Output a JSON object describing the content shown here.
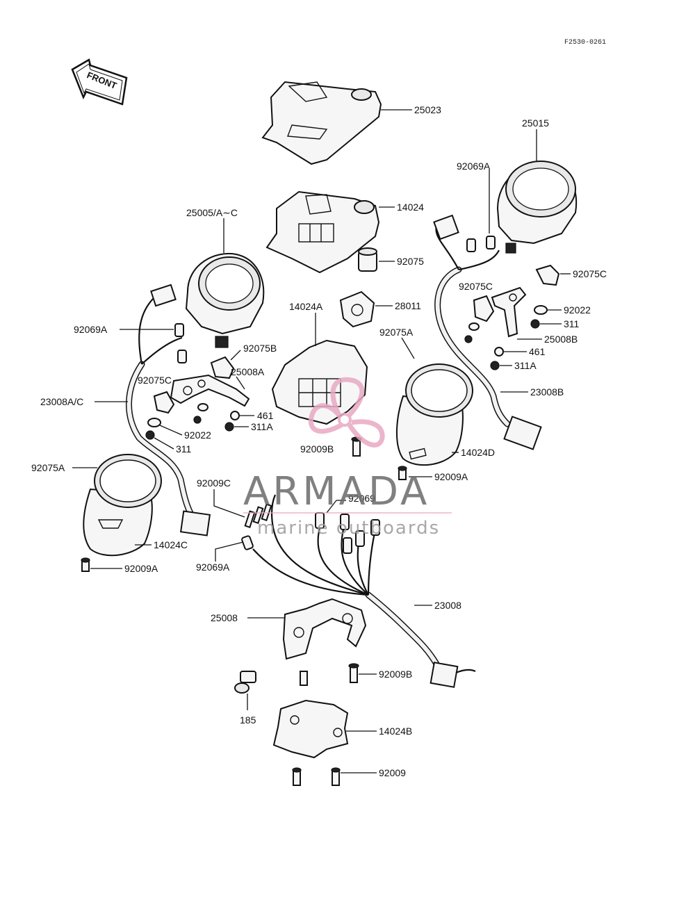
{
  "diagram_code": "F2530-0261",
  "front_label": "FRONT",
  "watermark": {
    "name": "ARMADA",
    "tagline": "marine outboards",
    "accent_color": "#e9a9c4",
    "text_color": "#6b6b6b"
  },
  "labels": {
    "p25023": "25023",
    "p25015": "25015",
    "p92069A_r": "92069A",
    "p14024": "14024",
    "p25005": "25005/A∼C",
    "p92075": "92075",
    "p92075C_r1": "92075C",
    "p92075C_r2": "92075C",
    "p28011": "28011",
    "p14024A": "14024A",
    "p92022_r": "92022",
    "p311_r": "311",
    "p92069A_l": "92069A",
    "p25008B": "25008B",
    "p92075A_c": "92075A",
    "p461_r": "461",
    "p92075B": "92075B",
    "p311A_r": "311A",
    "p25008A": "25008A",
    "p92075C_l": "92075C",
    "p23008B": "23008B",
    "p23008AC": "23008A/C",
    "p461_l": "461",
    "p311A_l": "311A",
    "p92022_l": "92022",
    "p311_l": "311",
    "p92009B_c": "92009B",
    "p14024D": "14024D",
    "p92075A_l": "92075A",
    "p92009A_r": "92009A",
    "p92009C": "92009C",
    "p92069": "92069",
    "p14024C": "14024C",
    "p92069A_c": "92069A",
    "p92009A_l": "92009A",
    "p23008": "23008",
    "p25008": "25008",
    "p92009B_b": "92009B",
    "p185": "185",
    "p14024B": "14024B",
    "p92009": "92009"
  }
}
